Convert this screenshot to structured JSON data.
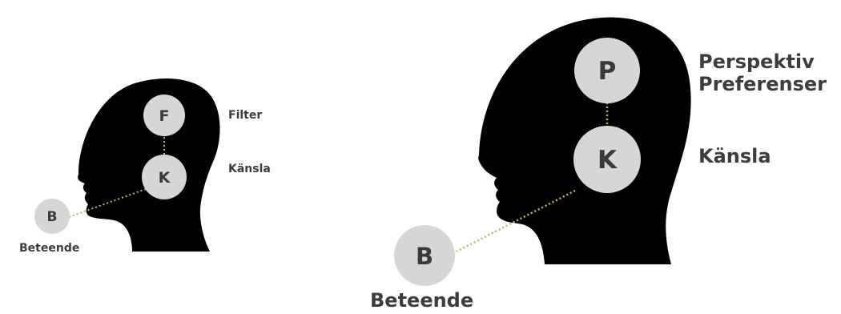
{
  "colors": {
    "head": "#000000",
    "node_fill": "#d6d6d6",
    "connector": "#c9b25a",
    "text": "#3d3d3d"
  },
  "small_diagram": {
    "nodes": {
      "filter": "F",
      "emotion": "K",
      "behavior": "B"
    },
    "labels": {
      "filter": "Filter",
      "emotion": "Känsla",
      "behavior": "Beteende"
    }
  },
  "large_diagram": {
    "nodes": {
      "perspective": "P",
      "emotion": "K",
      "behavior": "B"
    },
    "labels": {
      "perspective_line1": "Perspektiv",
      "perspective_line2": "Preferenser",
      "emotion": "Känsla",
      "behavior": "Beteende"
    }
  }
}
